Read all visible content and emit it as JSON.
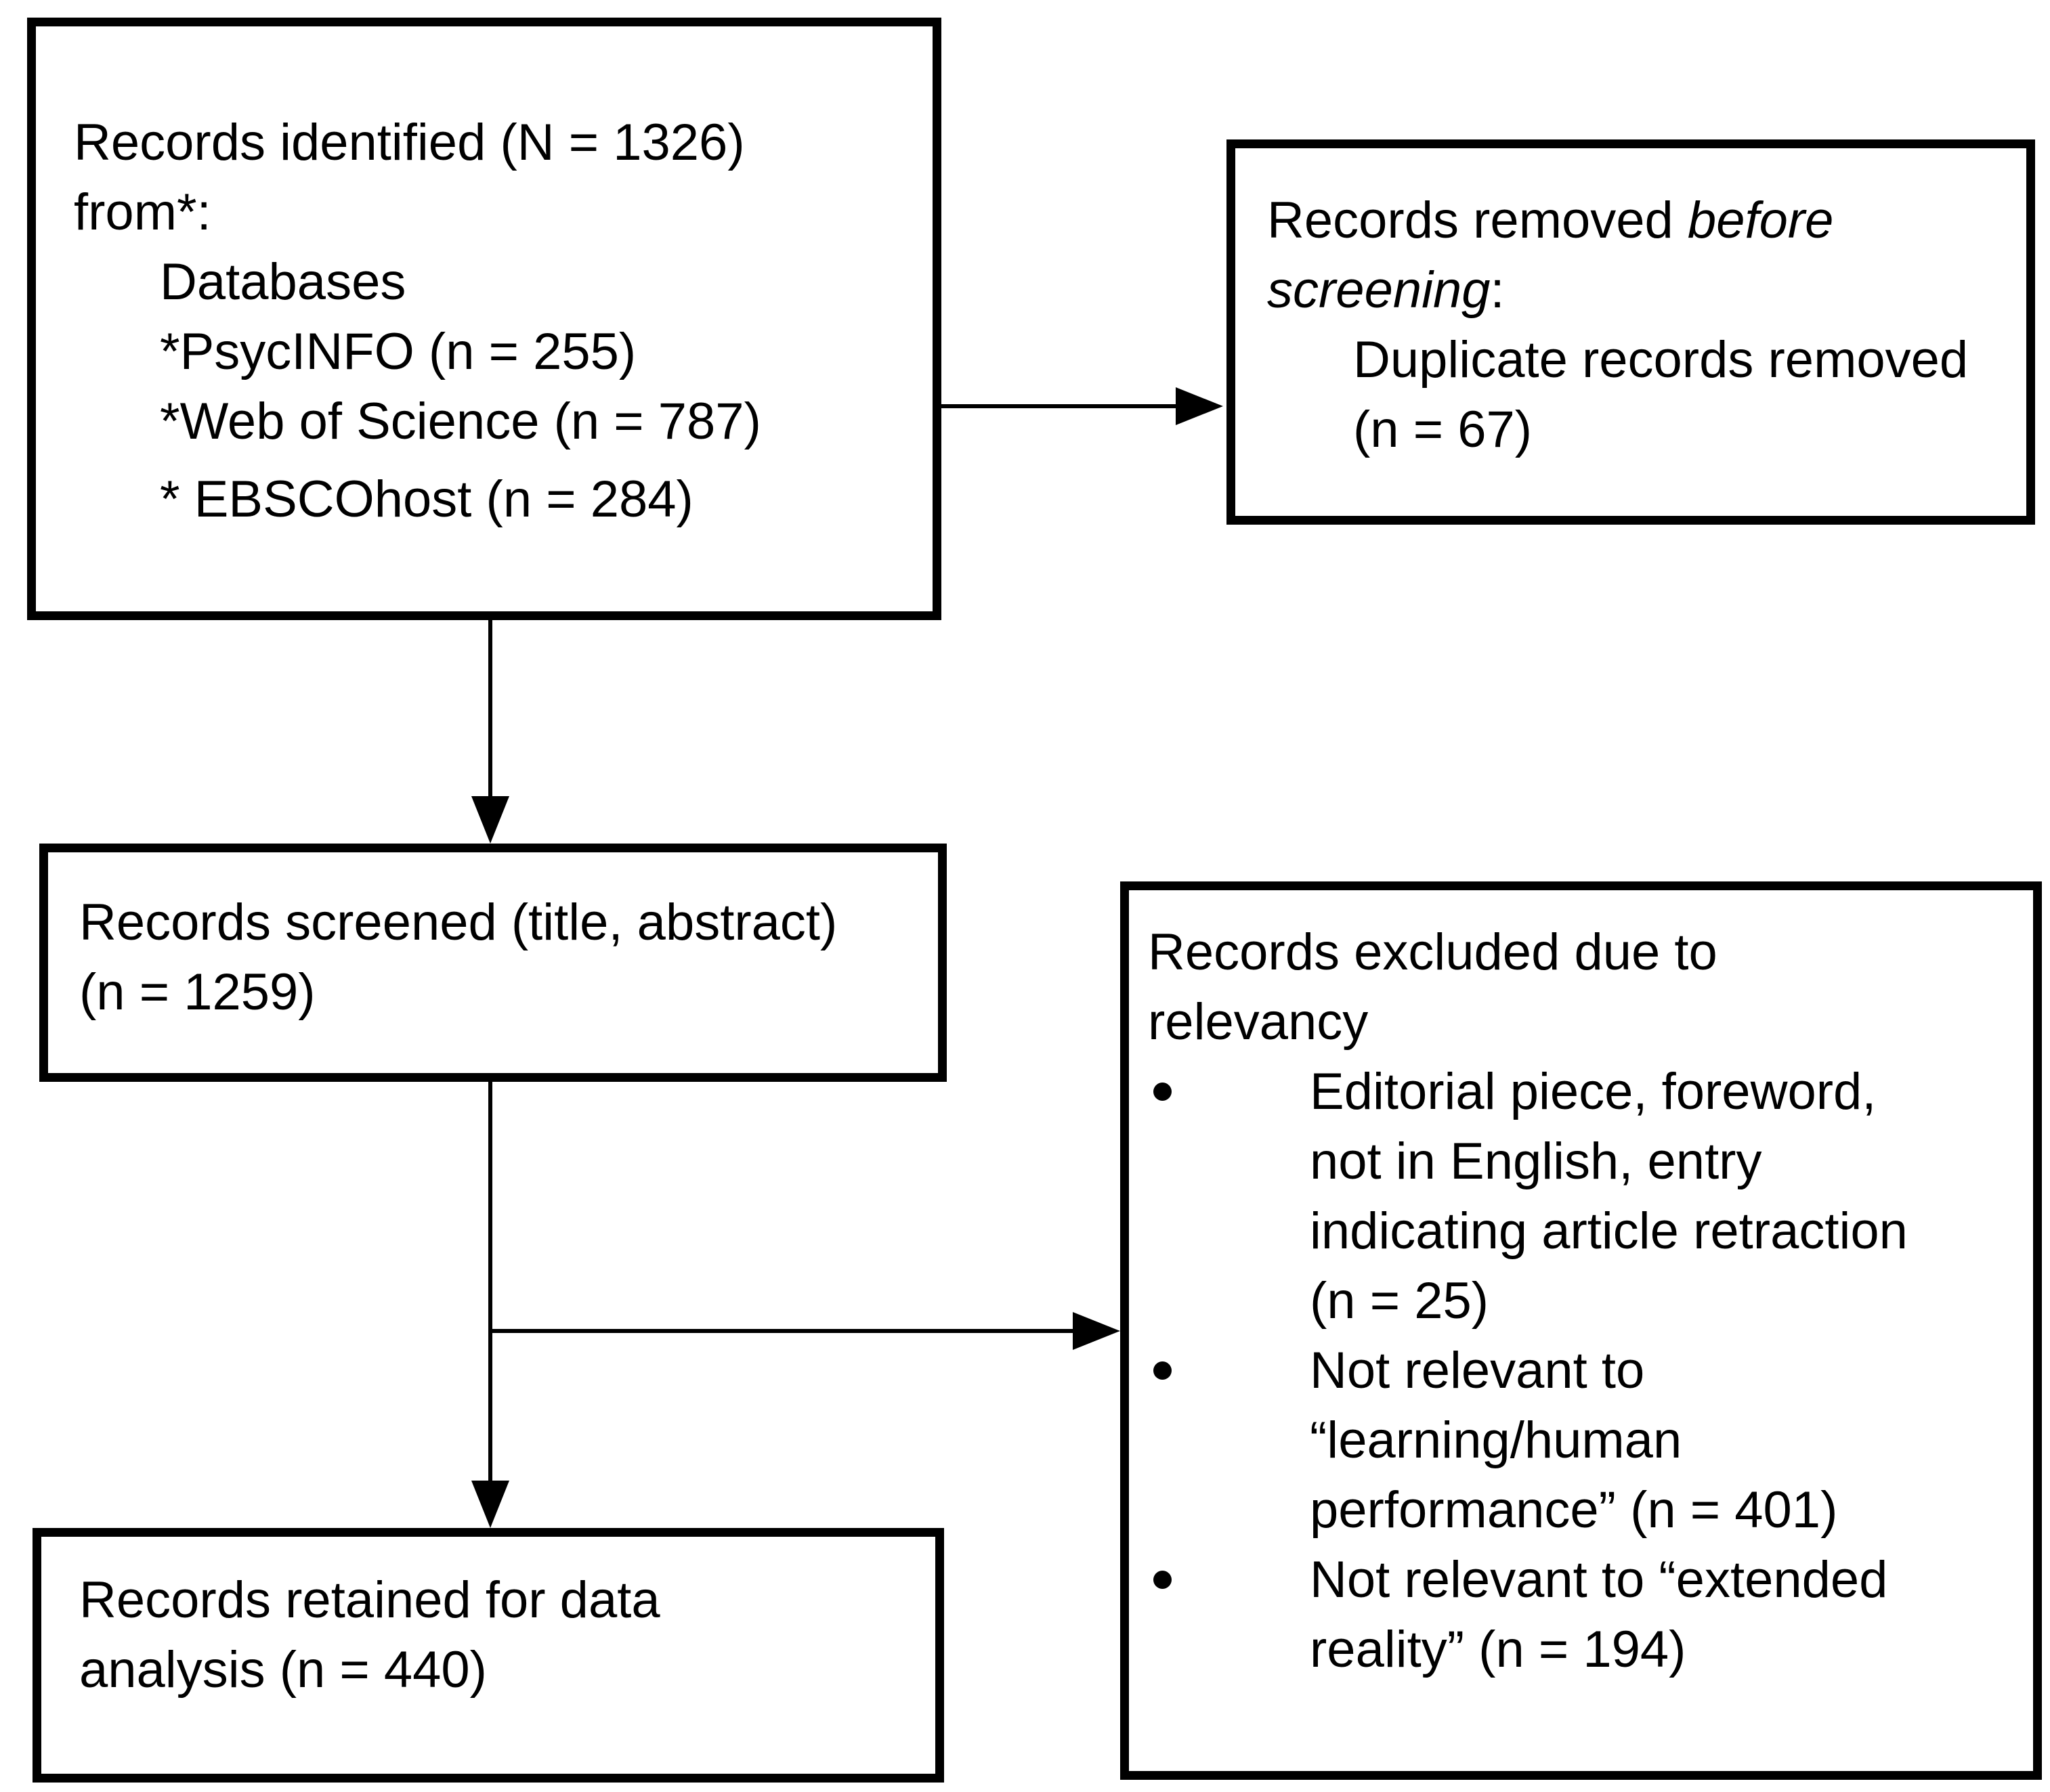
{
  "colors": {
    "ink": "#000000",
    "background": "#ffffff"
  },
  "icons": {
    "arrowhead_right": "css-triangle-right",
    "arrowhead_down": "css-triangle-down",
    "bullet_marker": "filled-circle"
  },
  "boxes": {
    "identification": {
      "intro": "Records identified (N = 1326)\nfrom*:",
      "sources": "Databases\n*PsycINFO (n = 255)\n*Web of Science (n = 787)",
      "source_last": "* EBSCOhost (n = 284)"
    },
    "removed_before_screening": {
      "line1_regular": "Records removed ",
      "line1_italic": "before",
      "line2_italic": "screening",
      "line2_suffix": ":",
      "detail": "Duplicate records removed\n(n = 67)"
    },
    "screened": {
      "text": "Records screened (title, abstract)\n(n = 1259)"
    },
    "excluded": {
      "heading": "Records excluded due to\nrelevancy",
      "bullets": [
        "Editorial piece, foreword,\nnot in English, entry\nindicating article retraction\n(n = 25)",
        "Not relevant to\n“learning/human\nperformance” (n = 401)",
        "Not relevant to “extended\nreality” (n = 194)"
      ]
    },
    "retained": {
      "text": "Records retained for data\nanalysis (n = 440)"
    }
  }
}
